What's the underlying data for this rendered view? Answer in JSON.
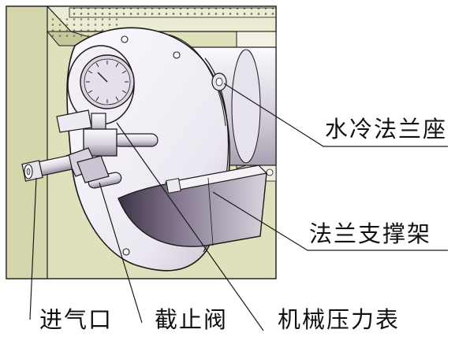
{
  "labels": {
    "water_cooled_flange_seat": "水冷法兰座",
    "flange_support_bracket": "法兰支撑架",
    "gas_inlet": "进气口",
    "stop_valve": "截止阀",
    "mechanical_pressure_gauge": "机械压力表"
  },
  "colors": {
    "background": "#ffffff",
    "line": "#1a1a1a",
    "metal_light": "#f3f1f6",
    "metal_mid": "#cfcad6",
    "metal_dark": "#6e6577",
    "wall": "#dcdcb4",
    "gauge_face": "#ddd3e3"
  }
}
